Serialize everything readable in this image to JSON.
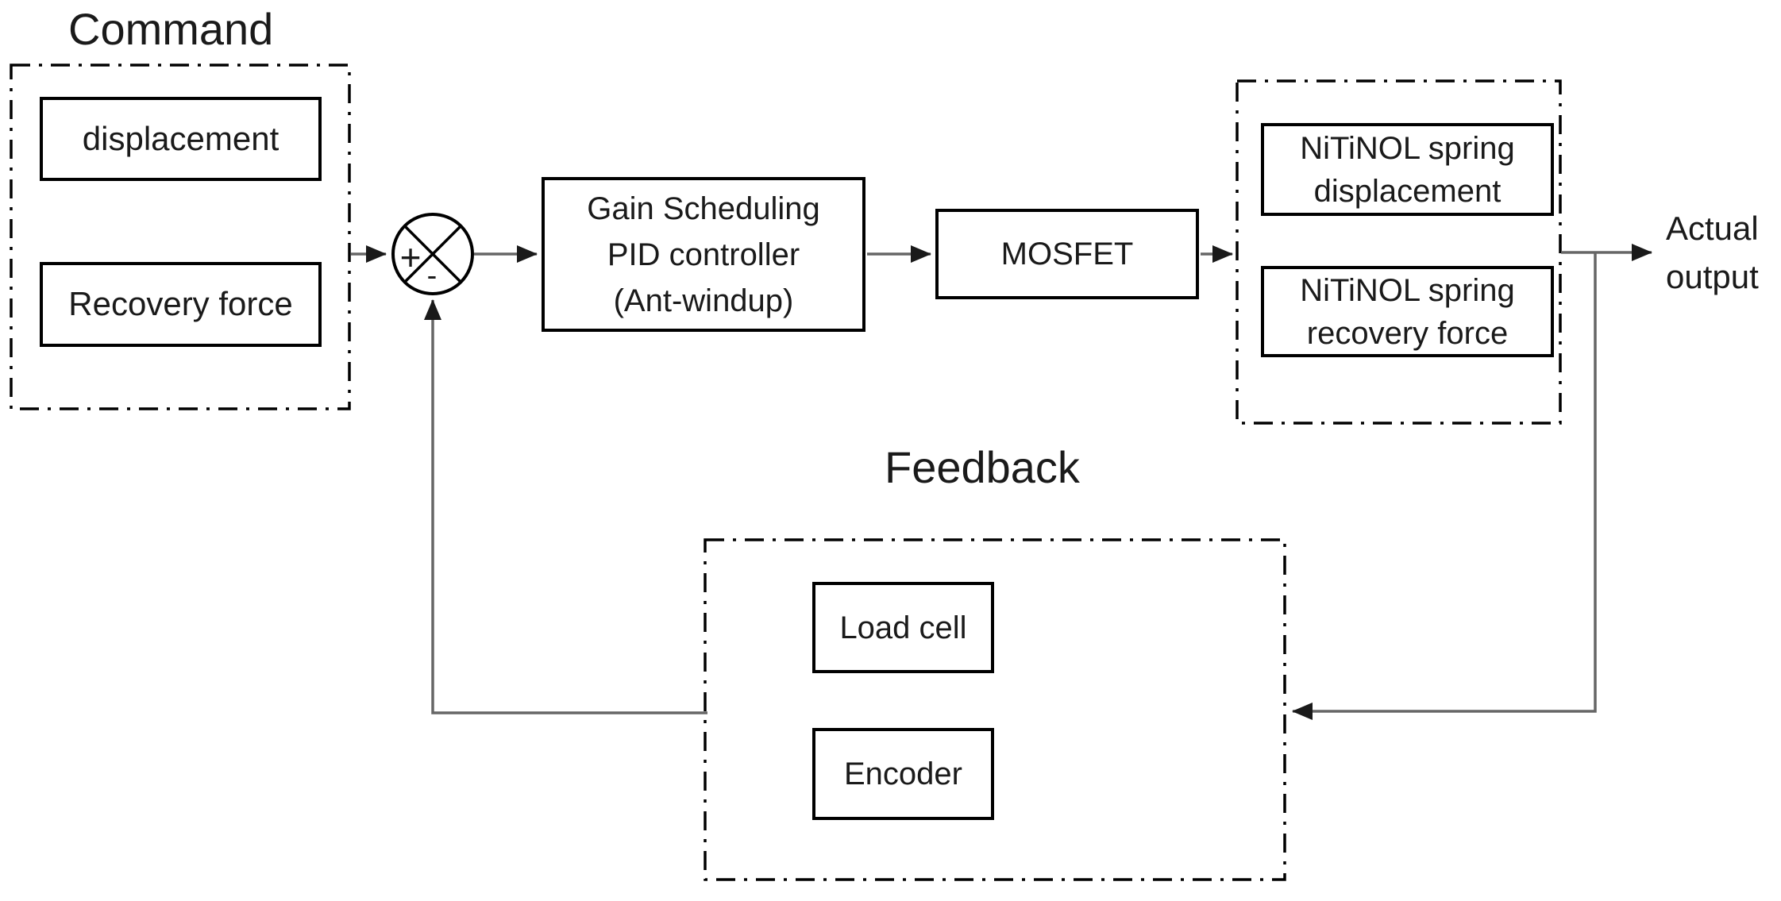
{
  "command_group": {
    "title": "Command",
    "displacement_label": "displacement",
    "recovery_force_label": "Recovery force"
  },
  "summing_junction": {
    "plus_sign": "+",
    "minus_sign": "-"
  },
  "controller_box": {
    "line1": "Gain Scheduling",
    "line2": "PID controller",
    "line3": "(Ant-windup)"
  },
  "mosfet_box": {
    "label": "MOSFET"
  },
  "nitinol_group": {
    "displacement_label": "NiTiNOL spring displacement",
    "recovery_force_label": "NiTiNOL spring recovery force"
  },
  "actual_output_label": {
    "line1": "Actual",
    "line2": "output"
  },
  "feedback_group": {
    "title": "Feedback",
    "load_cell_label": "Load cell",
    "encoder_label": "Encoder"
  },
  "colors": {
    "border": "#000000",
    "connector": "#666666",
    "arrowhead": "#1a1a1a",
    "background": "#ffffff",
    "text": "#1a1a1a"
  }
}
